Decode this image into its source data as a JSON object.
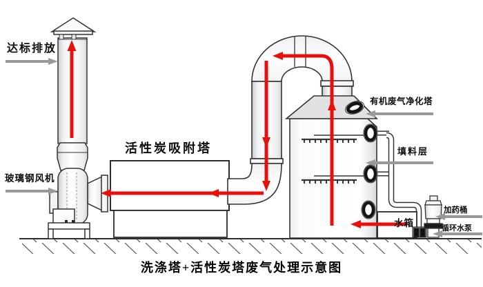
{
  "caption": "洗涤塔+活性炭塔废气处理示意图",
  "labels": {
    "emission": "达标排放",
    "fan": "玻璃钢风机",
    "carbon_tower": "活性炭吸附塔",
    "scrubber_tower": "有机废气净化塔",
    "packing_layer": "填料层",
    "water_tank": "水箱",
    "dosing_barrel": "加药桶",
    "circulating_pump": "循环水泵"
  },
  "colors": {
    "flow_arrow": "#e8100c",
    "label_arrow": "#999999",
    "outline": "#333333"
  }
}
